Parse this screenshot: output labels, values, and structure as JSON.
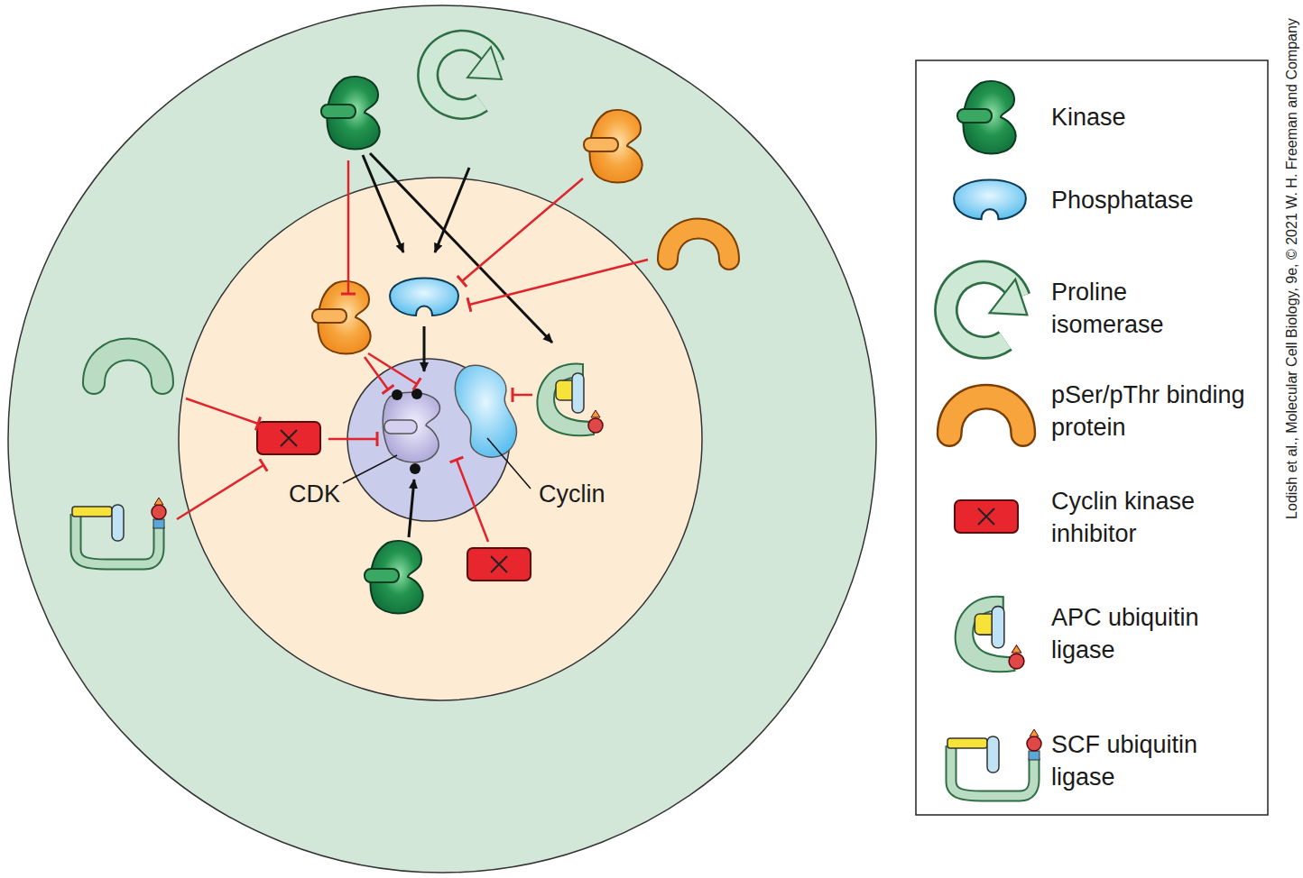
{
  "diagram": {
    "labels": [
      "CDK",
      "Cyclin",
      "Lodish et al., Molecular Cell Biology, 9e, © 2021 W. H. Freeman and Company"
    ],
    "legend": [
      {
        "text": "Kinase"
      },
      {
        "text": "Phosphatase"
      },
      {
        "text": "Proline isomerase"
      },
      {
        "text": "pSer/pThr binding protein"
      },
      {
        "text": "Cyclin kinase inhibitor"
      },
      {
        "text": "APC ubiquitin ligase"
      },
      {
        "text": "SCF ubiquitin ligase"
      }
    ]
  }
}
